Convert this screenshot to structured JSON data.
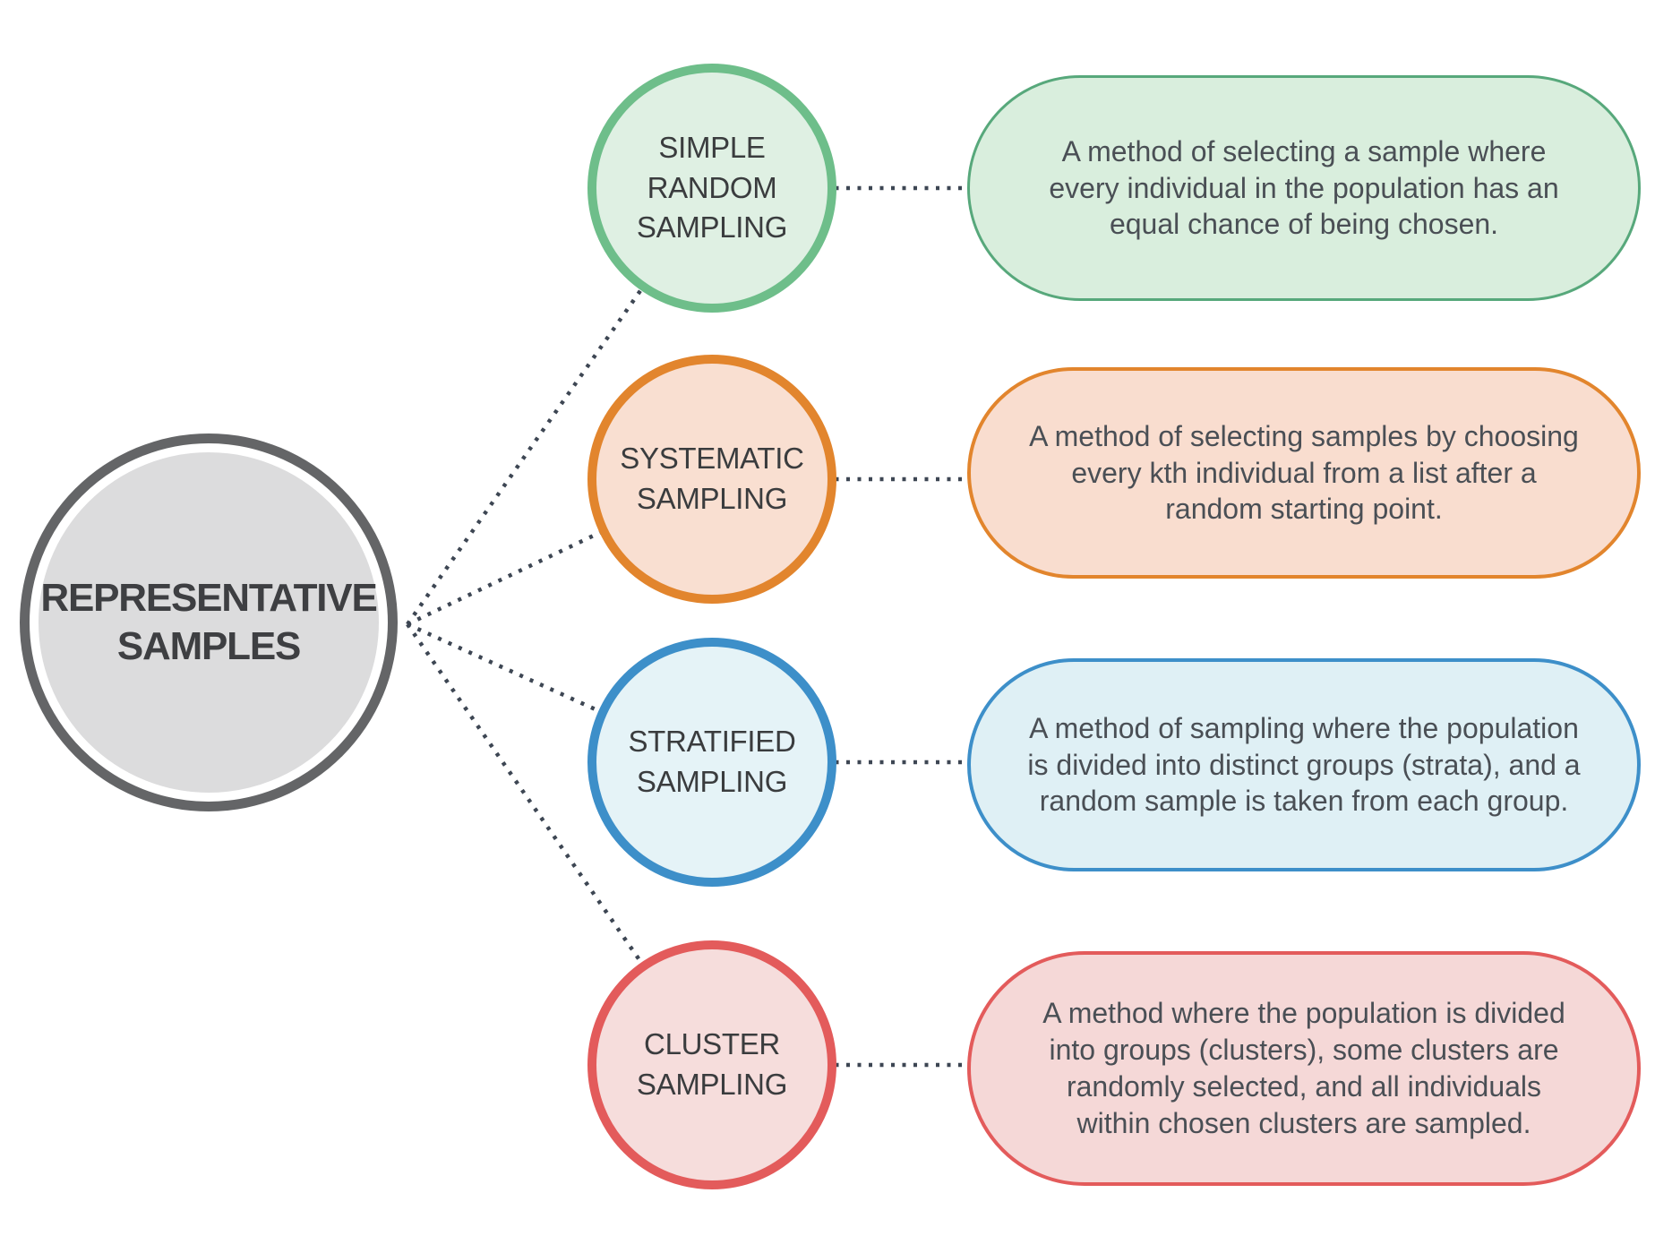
{
  "diagram": {
    "title": "REPRESENTATIVE SAMPLES",
    "connector_color": "#3d4653",
    "hub": {
      "ring_color": "#646567",
      "fill_color": "#dcdcdd"
    },
    "branches": [
      {
        "label": "SIMPLE RANDOM SAMPLING",
        "description": "A method of selecting a sample where every individual in the population has an equal chance of being chosen.",
        "border_color": "#6ebe8a",
        "circle_fill": "#dff0e3",
        "pill_border_color": "#57a87b",
        "pill_fill": "#d9eedd"
      },
      {
        "label": "SYSTEMATIC SAMPLING",
        "description": "A method of selecting samples by choosing every kth individual from a list after a random starting point.",
        "border_color": "#e2852d",
        "circle_fill": "#f9dfd1",
        "pill_border_color": "#e2852d",
        "pill_fill": "#f9ddcf"
      },
      {
        "label": "STRATIFIED SAMPLING",
        "description": "A method of sampling where the population is divided into distinct groups (strata), and a random sample is taken from each group.",
        "border_color": "#3d8fc9",
        "circle_fill": "#e5f3f7",
        "pill_border_color": "#3d8fc9",
        "pill_fill": "#dff0f5"
      },
      {
        "label": "CLUSTER SAMPLING",
        "description": "A method where the population is divided into groups (clusters), some clusters are randomly selected, and all individuals within chosen clusters are sampled.",
        "border_color": "#e35b5b",
        "circle_fill": "#f6dddc",
        "pill_border_color": "#e35b5b",
        "pill_fill": "#f5d8d7"
      }
    ]
  }
}
